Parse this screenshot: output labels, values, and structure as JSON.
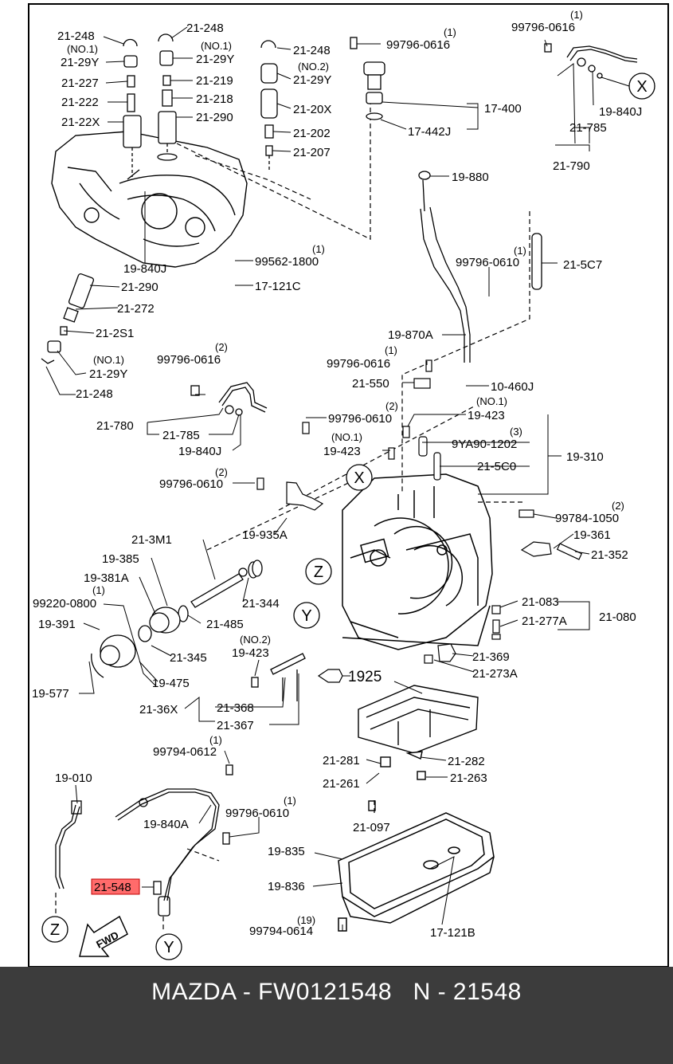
{
  "labels": {
    "l0": "21-248",
    "l1": "(NO.1)",
    "l2": "21-29Y",
    "l3": "21-227",
    "l4": "21-222",
    "l5": "21-22X",
    "l6": "21-248",
    "l7": "(NO.1)",
    "l8": "21-29Y",
    "l9": "21-219",
    "l10": "21-218",
    "l11": "21-290",
    "l12": "21-248",
    "l13": "(NO.2)",
    "l14": "21-29Y",
    "l15": "21-20X",
    "l16": "21-202",
    "l17": "21-207",
    "l18": "(1)",
    "l19": "99796-0616",
    "l20": "17-400",
    "l21": "17-442J",
    "l22": "(1)",
    "l23": "99796-0616",
    "l24": "19-840J",
    "l25": "21-785",
    "l26": "21-790",
    "l27": "19-880",
    "l28": "(1)",
    "l29": "99796-0610",
    "l30": "21-5C7",
    "l31": "19-840J",
    "l32": "(1)",
    "l33": "99562-1800",
    "l34": "17-121C",
    "l35": "21-290",
    "l36": "21-272",
    "l37": "21-2S1",
    "l38": "(NO.1)",
    "l39": "21-29Y",
    "l40": "21-248",
    "l41": "19-870A",
    "l42": "(1)",
    "l43": "99796-0616",
    "l44": "21-550",
    "l45": "10-460J",
    "l46": "(2)",
    "l47": "99796-0616",
    "l48": "21-780",
    "l49": "21-785",
    "l50": "19-840J",
    "l51": "(NO.1)",
    "l52": "19-423",
    "l53": "(2)",
    "l54": "99796-0610",
    "l55": "(NO.1)",
    "l56": "19-423",
    "l57": "(3)",
    "l58": "9YA90-1202",
    "l59": "21-5C0",
    "l60": "19-310",
    "l61": "(2)",
    "l62": "99796-0610",
    "l63": "19-935A",
    "l64": "(2)",
    "l65": "99784-1050",
    "l66": "21-3M1",
    "l67": "19-385",
    "l68": "19-381A",
    "l69": "(1)",
    "l70": "99220-0800",
    "l71": "19-391",
    "l72": "21-344",
    "l73": "21-485",
    "l74": "19-361",
    "l75": "21-352",
    "l76": "21-345",
    "l77": "19-475",
    "l78": "19-577",
    "l79": "21-083",
    "l80": "21-277A",
    "l81": "21-080",
    "l82": "(NO.2)",
    "l83": "19-423",
    "l84": "21-369",
    "l85": "21-273A",
    "l86": "1925",
    "l87": "21-36X",
    "l88": "21-368",
    "l89": "21-367",
    "l90": "(1)",
    "l91": "99794-0612",
    "l92": "19-010",
    "l93": "21-281",
    "l94": "21-282",
    "l95": "21-261",
    "l96": "21-263",
    "l97": "(1)",
    "l98": "99796-0610",
    "l99": "19-840A",
    "l100": "21-097",
    "l101": "19-835",
    "l102": "21-548",
    "l103": "19-836",
    "l104": "(19)",
    "l105": "99794-0614",
    "l106": "17-121B",
    "l107": "FWD"
  },
  "markers": {
    "x1": "X",
    "x2": "X",
    "z1": "Z",
    "y1": "Y",
    "z2": "Z",
    "y2": "Y"
  },
  "highlight": {
    "part": "21-548",
    "color": "#ff6b6b"
  },
  "footer": {
    "text": "MAZDA - FW0121548   N - 21548"
  }
}
